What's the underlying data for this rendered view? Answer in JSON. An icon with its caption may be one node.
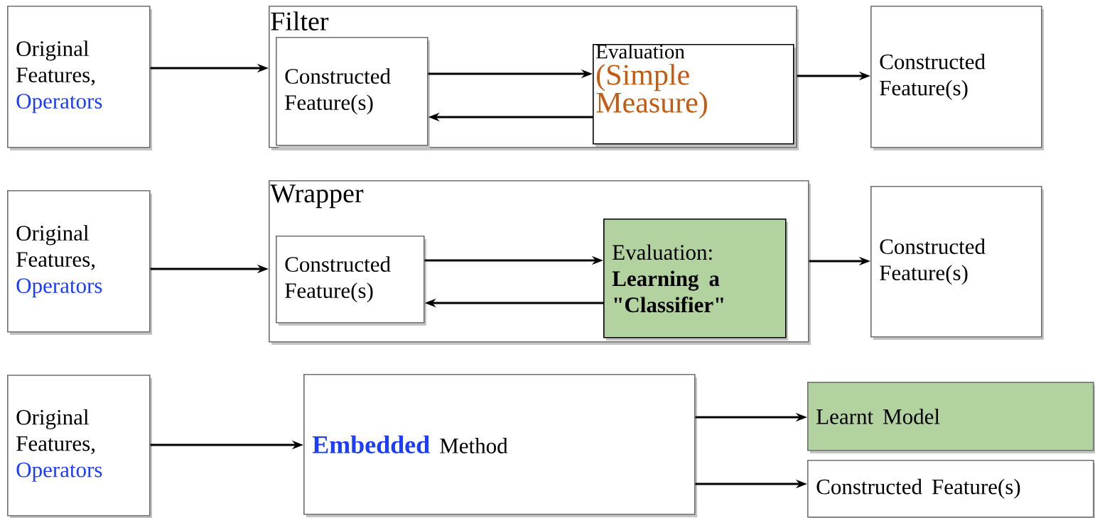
{
  "diagram": {
    "nodes": [
      {
        "text": [
          "Original Features,",
          "Operators"
        ]
      },
      {
        "text": [
          "Filter"
        ]
      },
      {
        "text": [
          "Constructed Feature(s)"
        ],
        "in": 1
      },
      {
        "text": [
          "Evaluation",
          "(Simple Measure)"
        ],
        "in": 1
      },
      {
        "text": [
          "Constructed Feature(s)"
        ]
      },
      {
        "text": [
          "Original Features,",
          "Operators"
        ]
      },
      {
        "text": [
          "Wrapper"
        ]
      },
      {
        "text": [
          "Constructed Feature(s)"
        ],
        "in": 6
      },
      {
        "text": [
          "Evaluation:",
          "Learning a \"Classifier\""
        ],
        "in": 6
      },
      {
        "text": [
          "Constructed Feature(s)"
        ]
      },
      {
        "text": [
          "Original Features,",
          "Operators"
        ]
      },
      {
        "text": [
          "Embedded",
          "Method"
        ]
      },
      {
        "text": [
          "Learnt Model"
        ]
      },
      {
        "text": [
          "Constructed Feature(s)"
        ]
      }
    ],
    "edges": [
      {
        "from": 0,
        "to": 1,
        "arrow": "to"
      },
      {
        "from": 2,
        "to": 3,
        "arrow": "to"
      },
      {
        "from": 3,
        "to": 2,
        "arrow": "to"
      },
      {
        "from": 1,
        "to": 4,
        "arrow": "to"
      },
      {
        "from": 5,
        "to": 6,
        "arrow": "to"
      },
      {
        "from": 7,
        "to": 8,
        "arrow": "to"
      },
      {
        "from": 8,
        "to": 7,
        "arrow": "to"
      },
      {
        "from": 6,
        "to": 9,
        "arrow": "to"
      },
      {
        "from": 10,
        "to": 11,
        "arrow": "to"
      },
      {
        "from": 11,
        "to": 12,
        "arrow": "to"
      },
      {
        "from": 11,
        "to": 13,
        "arrow": "to"
      }
    ]
  }
}
